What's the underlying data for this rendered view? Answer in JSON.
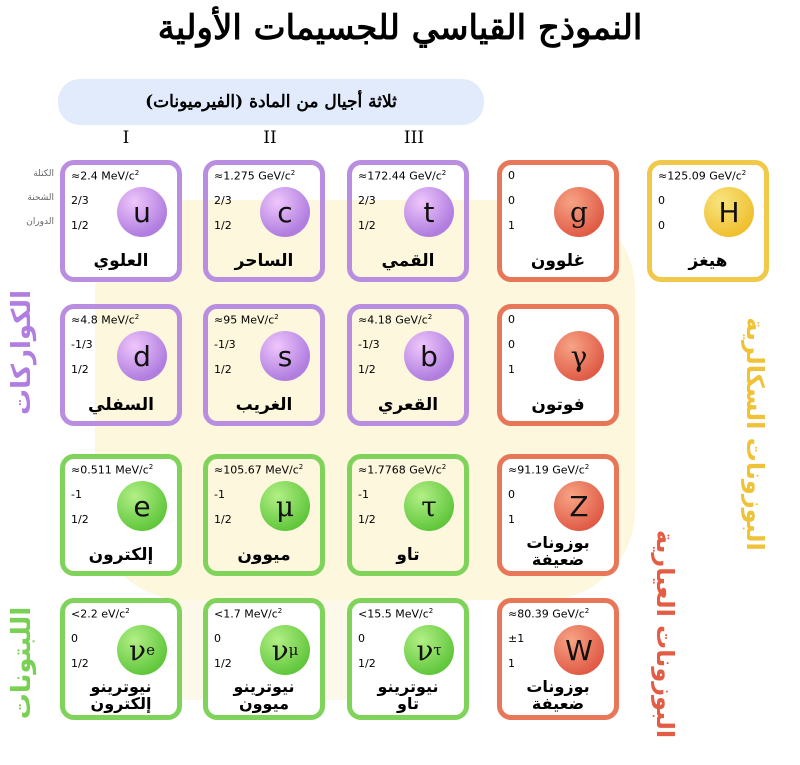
{
  "title": "النموذج القياسي للجسيمات الأولية",
  "generations_banner": "ثلاثة أجيال من المادة (الفيرميونات)",
  "generations": [
    "I",
    "II",
    "III"
  ],
  "property_labels": {
    "mass": "الكتلة",
    "charge": "الشحنة",
    "spin": "الدوران"
  },
  "group_labels": {
    "quarks": "الكواركات",
    "leptons": "اللبتونات",
    "gauge_bosons": "البوزونات العيارية",
    "scalar_bosons": "البوزونات السكالرية"
  },
  "colors": {
    "quark": "#b98ee0",
    "lepton": "#7fd35a",
    "gauge": "#e87658",
    "scalar": "#f0c84a",
    "banner": "#e2ebfb"
  },
  "particles": {
    "u": {
      "mass": "≈2.4 MeV/c",
      "charge": "2/3",
      "spin": "1/2",
      "symbol": "u",
      "name": "العلوي"
    },
    "c": {
      "mass": "≈1.275 GeV/c",
      "charge": "2/3",
      "spin": "1/2",
      "symbol": "c",
      "name": "الساحر"
    },
    "t": {
      "mass": "≈172.44 GeV/c",
      "charge": "2/3",
      "spin": "1/2",
      "symbol": "t",
      "name": "القمي"
    },
    "g": {
      "mass": "0",
      "charge": "0",
      "spin": "1",
      "symbol": "g",
      "name": "غلوون"
    },
    "H": {
      "mass": "≈125.09 GeV/c",
      "charge": "0",
      "spin": "0",
      "symbol": "H",
      "name": "هيغز"
    },
    "d": {
      "mass": "≈4.8 MeV/c",
      "charge": "-1/3",
      "spin": "1/2",
      "symbol": "d",
      "name": "السفلي"
    },
    "s": {
      "mass": "≈95 MeV/c",
      "charge": "-1/3",
      "spin": "1/2",
      "symbol": "s",
      "name": "الغريب"
    },
    "b": {
      "mass": "≈4.18 GeV/c",
      "charge": "-1/3",
      "spin": "1/2",
      "symbol": "b",
      "name": "القعري"
    },
    "gamma": {
      "mass": "0",
      "charge": "0",
      "spin": "1",
      "symbol": "γ",
      "name": "فوتون"
    },
    "e": {
      "mass": "≈0.511 MeV/c",
      "charge": "-1",
      "spin": "1/2",
      "symbol": "e",
      "name": "إلكترون"
    },
    "mu": {
      "mass": "≈105.67 MeV/c",
      "charge": "-1",
      "spin": "1/2",
      "symbol": "μ",
      "name": "ميوون"
    },
    "tau": {
      "mass": "≈1.7768 GeV/c",
      "charge": "-1",
      "spin": "1/2",
      "symbol": "τ",
      "name": "تاو"
    },
    "Z": {
      "mass": "≈91.19 GeV/c",
      "charge": "0",
      "spin": "1",
      "symbol": "Z",
      "name1": "بوزونات",
      "name2": "ضعيفة"
    },
    "ve": {
      "mass": "<2.2 eV/c",
      "charge": "0",
      "spin": "1/2",
      "symbol": "ν",
      "sub": "e",
      "name1": "نيوترينو",
      "name2": "إلكترون"
    },
    "vmu": {
      "mass": "<1.7 MeV/c",
      "charge": "0",
      "spin": "1/2",
      "symbol": "ν",
      "sub": "μ",
      "name1": "نيوترينو",
      "name2": "ميوون"
    },
    "vtau": {
      "mass": "<15.5 MeV/c",
      "charge": "0",
      "spin": "1/2",
      "symbol": "ν",
      "sub": "τ",
      "name1": "نيوترينو",
      "name2": "تاو"
    },
    "W": {
      "mass": "≈80.39 GeV/c",
      "charge": "±1",
      "spin": "1",
      "symbol": "W",
      "name1": "بوزونات",
      "name2": "ضعيفة"
    }
  },
  "mass_exponent": "2"
}
